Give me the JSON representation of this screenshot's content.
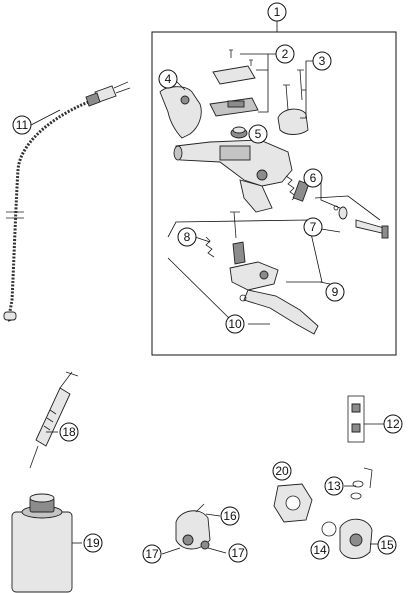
{
  "callouts": [
    {
      "id": "1",
      "label": "1"
    },
    {
      "id": "2",
      "label": "2"
    },
    {
      "id": "3",
      "label": "3"
    },
    {
      "id": "4",
      "label": "4"
    },
    {
      "id": "5",
      "label": "5"
    },
    {
      "id": "6",
      "label": "6"
    },
    {
      "id": "7",
      "label": "7"
    },
    {
      "id": "8",
      "label": "8"
    },
    {
      "id": "9",
      "label": "9"
    },
    {
      "id": "10",
      "label": "10"
    },
    {
      "id": "11",
      "label": "11"
    },
    {
      "id": "12",
      "label": "12"
    },
    {
      "id": "13",
      "label": "13"
    },
    {
      "id": "14",
      "label": "14"
    },
    {
      "id": "15",
      "label": "15"
    },
    {
      "id": "16",
      "label": "16"
    },
    {
      "id": "17",
      "label": "17"
    },
    {
      "id": "18",
      "label": "18"
    },
    {
      "id": "19",
      "label": "19"
    },
    {
      "id": "20",
      "label": "20"
    }
  ],
  "colors": {
    "line": "#111111",
    "part_fill": "#e6e6e6",
    "part_dark": "#8c8c8c",
    "background": "#ffffff"
  }
}
